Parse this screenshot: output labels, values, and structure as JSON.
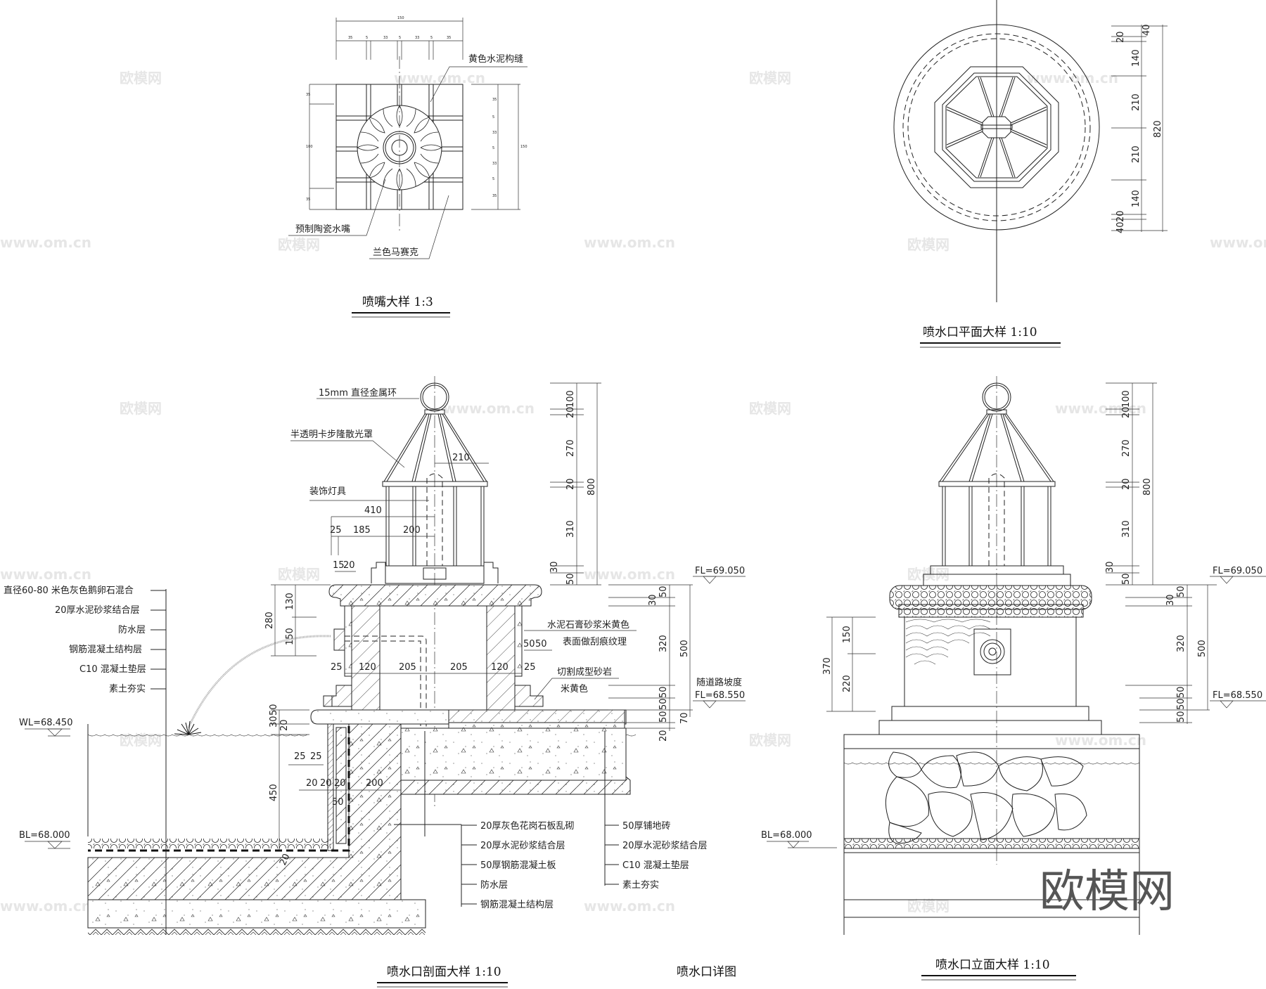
{
  "drawing": {
    "sheet_title": "喷水口详图",
    "watermark": {
      "brand": "欧模网",
      "url": "www.om.cn"
    }
  },
  "nozzle_detail": {
    "title": "喷嘴大样  1:3",
    "labels": {
      "grout": "黄色水泥构缝",
      "nozzle": "预制陶瓷水嘴",
      "mosaic": "兰色马赛克"
    },
    "dims_top": {
      "overall": "150",
      "segments": [
        "35",
        "5",
        "33",
        "5",
        "33",
        "5",
        "35"
      ]
    },
    "dims_left": [
      "35",
      "100",
      "35"
    ],
    "dims_right": {
      "overall": "150",
      "segments": [
        "35",
        "5",
        "33",
        "5",
        "33",
        "5",
        "35"
      ]
    }
  },
  "plan_detail": {
    "title": "喷水口平面大样  1:10",
    "dims": {
      "overall": "820",
      "segments": [
        "40",
        "20",
        "140",
        "210",
        "210",
        "140",
        "20",
        "40"
      ]
    }
  },
  "section_detail": {
    "title": "喷水口剖面大样  1:10",
    "labels": {
      "ring": "15mm 直径金属环",
      "shade": "半透明卡步隆散光罩",
      "lamp": "装饰灯具",
      "plaster_1": "水泥石膏砂浆米黄色",
      "plaster_2": "表面做刮痕纹理",
      "sandstone_1": "切割成型砂岩",
      "sandstone_2": "米黄色",
      "slope": "随道路坡度"
    },
    "levels": {
      "fl_top": "FL=69.050",
      "fl_bottom": "FL=68.550",
      "wl": "WL=68.450",
      "bl": "BL=68.000"
    },
    "left_layers": [
      "直径60-80 米色灰色鹅卵石混合",
      "20厚水泥砂浆结合层",
      "防水层",
      "钢筋混凝土结构层",
      "C10 混凝土垫层",
      "素土夯实"
    ],
    "bottom_layers_a": [
      "20厚灰色花岗石板乱砌",
      "20厚水泥砂浆结合层",
      "50厚钢筋混凝土板",
      "防水层",
      "钢筋混凝土结构层"
    ],
    "bottom_layers_b": [
      "50厚铺地砖",
      "20厚水泥砂浆结合层",
      "C10 混凝土垫层",
      "素土夯实"
    ],
    "dims_right_lamp": {
      "overall": "800",
      "segments": [
        "100",
        "20",
        "270",
        "20",
        "310",
        "30",
        "50"
      ]
    },
    "dims_right_base": {
      "overall": "500",
      "segments": [
        "50",
        "30",
        "320",
        "50",
        "50",
        "50",
        "70",
        "20"
      ]
    },
    "dims_horiz_lamp": {
      "d210": "210",
      "d410": "410",
      "d25": "25",
      "d185": "185",
      "d200": "200",
      "d15": "15",
      "d20": "20"
    },
    "dims_horiz_base": [
      "25",
      "120",
      "205",
      "205",
      "120",
      "25"
    ],
    "dims_left_base": {
      "overall": "280",
      "segments": [
        "130",
        "150"
      ]
    },
    "dims_step": [
      "50",
      "50"
    ],
    "dims_pool": {
      "d30": "30",
      "d50": "50",
      "d20": "20",
      "d25a": "25",
      "d25b": "25",
      "d20a": "20",
      "d20b": "20",
      "d20c": "20",
      "d200": "200",
      "d450": "450",
      "d20bot": "20"
    }
  },
  "elevation_detail": {
    "title": "喷水口立面大样  1:10",
    "levels": {
      "fl_top": "FL=69.050",
      "fl_bottom": "FL=68.550",
      "bl": "BL=68.000"
    },
    "dims_right_lamp": {
      "overall": "800",
      "segments": [
        "100",
        "20",
        "270",
        "20",
        "310",
        "30",
        "50"
      ]
    },
    "dims_right_base": {
      "overall": "500",
      "segments": [
        "50",
        "30",
        "320",
        "50",
        "50",
        "50"
      ]
    },
    "dims_left": {
      "overall": "370",
      "segments": [
        "150",
        "220"
      ]
    }
  }
}
